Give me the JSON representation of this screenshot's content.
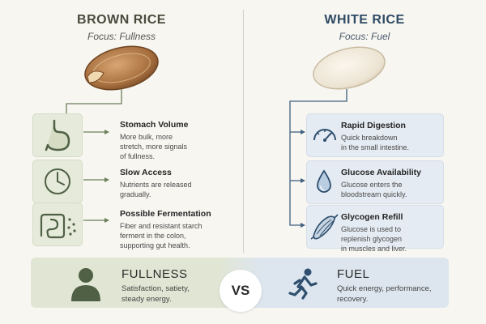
{
  "brown": {
    "title": "BROWN RICE",
    "subtitle": "Focus: Fullness",
    "items": [
      {
        "title": "Stomach Volume",
        "desc": [
          "More bulk, more",
          "stretch, more signals",
          "of fullness."
        ],
        "icon": "stomach-icon"
      },
      {
        "title": "Slow Access",
        "desc": [
          "Nutrients are released",
          "gradually."
        ],
        "icon": "clock-icon"
      },
      {
        "title": "Possible Fermentation",
        "desc": [
          "Fiber and resistant starch",
          "ferment in the colon,",
          "supporting gut health."
        ],
        "icon": "intestine-icon"
      }
    ]
  },
  "white": {
    "title": "WHITE RICE",
    "subtitle": "Focus: Fuel",
    "items": [
      {
        "title": "Rapid Digestion",
        "desc": [
          "Quick breakdown",
          "in the small intestine."
        ],
        "icon": "speedometer-icon"
      },
      {
        "title": "Glucose Availability",
        "desc": [
          "Glucose enters the",
          "bloodstream quickly."
        ],
        "icon": "droplet-icon"
      },
      {
        "title": "Glycogen Refill",
        "desc": [
          "Glucose is used to",
          "replenish glycogen",
          "in muscles and liver."
        ],
        "icon": "muscle-icon"
      }
    ]
  },
  "summary": {
    "left_title": "FULLNESS",
    "left_desc": [
      "Satisfaction, satiety,",
      "steady energy."
    ],
    "vs": "VS",
    "right_title": "FUEL",
    "right_desc": [
      "Quick energy, performance,",
      "recovery."
    ]
  },
  "colors": {
    "green_panel": "#e5eadb",
    "blue_panel": "#e4ebf2",
    "green_icon": "#4f6044",
    "blue_icon": "#2f4f6e",
    "connector_green": "#6b7f5a",
    "connector_blue": "#3f607f"
  }
}
